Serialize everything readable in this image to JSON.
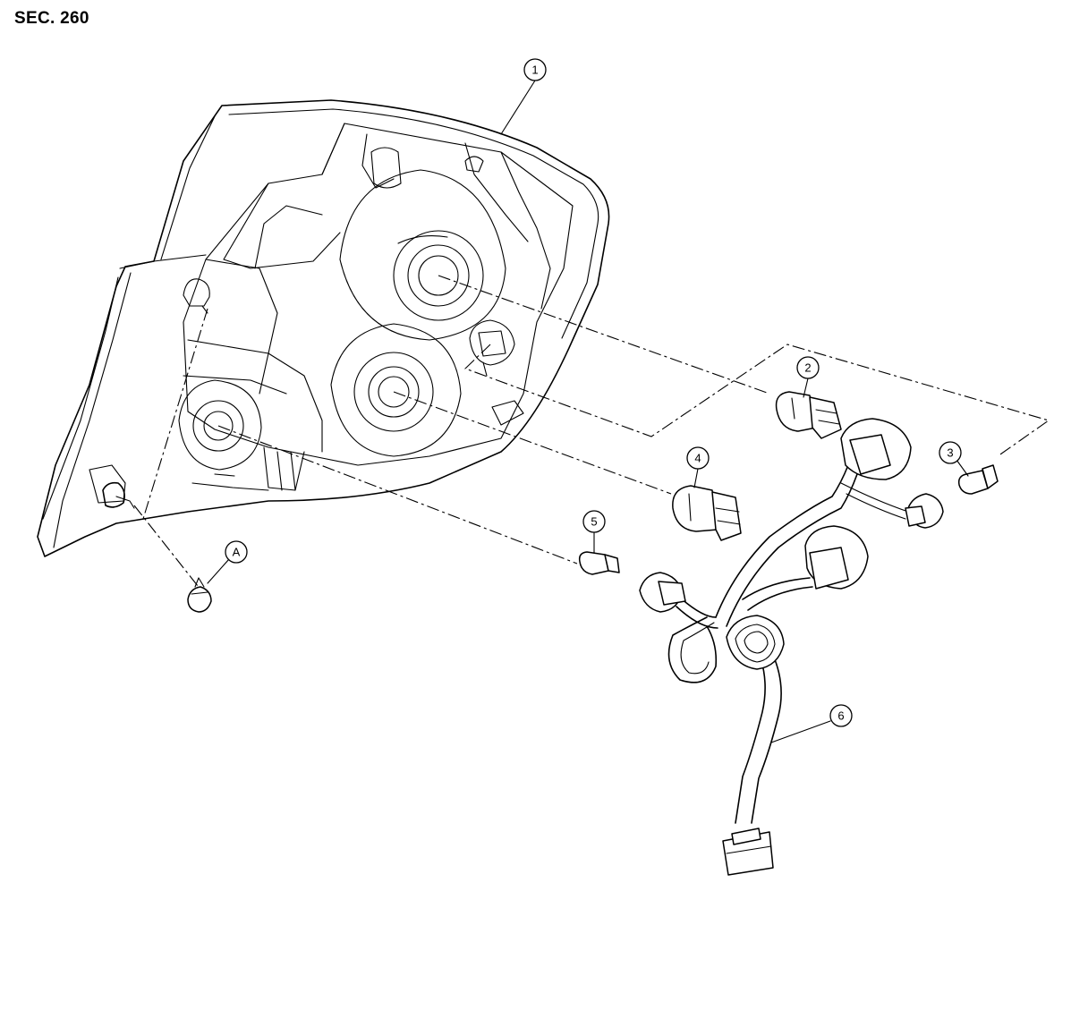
{
  "section_label": "SEC. 260",
  "callouts": {
    "c1": "1",
    "c2": "2",
    "c3": "3",
    "c4": "4",
    "c5": "5",
    "c6": "6",
    "cA": "A"
  }
}
